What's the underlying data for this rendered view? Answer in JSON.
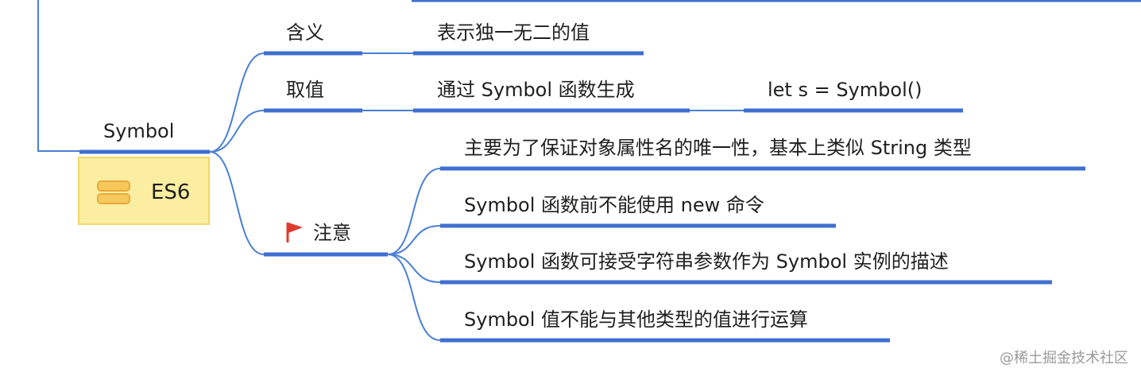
{
  "mindmap": {
    "root": {
      "label": "Symbol"
    },
    "note": {
      "label": "ES6",
      "icon": "notes-icon"
    },
    "branches": [
      {
        "label": "含义",
        "children": [
          {
            "label": "表示独一无二的值"
          }
        ]
      },
      {
        "label": "取值",
        "children": [
          {
            "label": "通过 Symbol 函数生成",
            "children": [
              {
                "label": "let s = Symbol()"
              }
            ]
          }
        ]
      },
      {
        "label": "注意",
        "icon": "red-flag-icon",
        "children": [
          {
            "label": "主要为了保证对象属性名的唯一性，基本上类似 String 类型"
          },
          {
            "label": "Symbol 函数前不能使用 new 命令"
          },
          {
            "label": "Symbol 函数可接受字符串参数作为 Symbol 实例的描述"
          },
          {
            "label": "Symbol 值不能与其他类型的值进行运算"
          }
        ]
      }
    ],
    "watermark": "@稀土掘金技术社区"
  },
  "colors": {
    "branch_line": "#4a7fd4",
    "underline": "#3f6fcf",
    "note_fill": "#fbeea0",
    "flag": "#e03b2f"
  }
}
